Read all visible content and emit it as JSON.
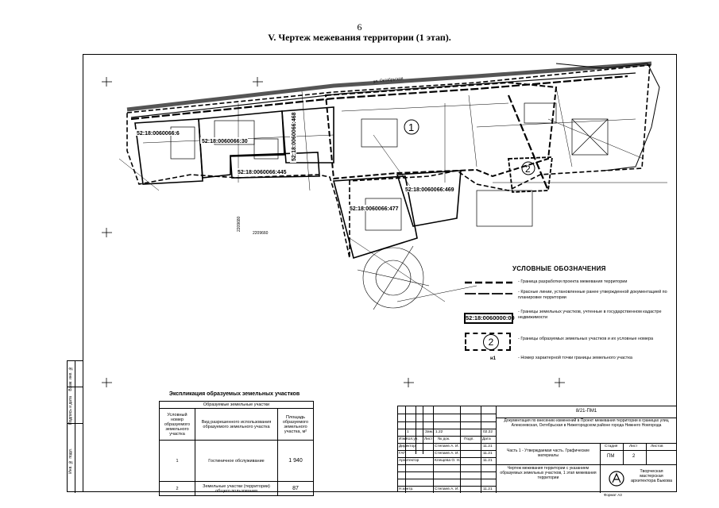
{
  "page": {
    "number": "6",
    "title": "V.  Чертеж межевания территории (1 этап)."
  },
  "drawing": {
    "street_label": "ул. Октябрьская",
    "parcel_numbers": [
      "52:18:0060066:6",
      "52:18:0060066:30",
      "52:18:0060066:445",
      "52:18:0060066:477",
      "52:18:0060066:469",
      "52:18:0060066:468"
    ],
    "formed_plots": [
      "1",
      "2"
    ],
    "coordinate_labels": [
      "2209680",
      "2209660"
    ]
  },
  "legend": {
    "title": "УСЛОВНЫЕ ОБОЗНАЧЕНИЯ",
    "items": [
      "- Граница разработки проекта межевания территории",
      "- Красные линии, установленные ранее утвержденной документацией по планировке территории",
      "- Границы земельных участков, учтенные в государственном кадастре недвижимости",
      "- Границы образуемых земельных участков и их условные номера",
      "- Номер характерной точки границы земельного участка"
    ],
    "parcel_sample": "52:18:0060000:00",
    "form_sample": "2",
    "point_sample": "н1"
  },
  "side_strip": [
    "Взам. инв. №",
    "Подпись и дата",
    "Инв. № подл."
  ],
  "explication": {
    "title": "Экспликация образуемых земельных участков",
    "group_header": "Образуемые земельные участки",
    "headers": [
      "Условный номер образуемого земельного участка",
      "Вид разрешенного использования образуемого земельного участка",
      "Площадь образуемого земельного участка, м²"
    ],
    "rows": [
      {
        "num": "1",
        "use": "Гостиничное обслуживание",
        "area": "1 940"
      },
      {
        "num": "2",
        "use": "Земельные участки (территории) общего пользования",
        "area": "87"
      }
    ]
  },
  "stamp": {
    "code": "8/21-ПМ1",
    "doc_title": "Документация по внесению изменений в Проект межевания территории в границах улиц Алексеевская, Октябрьская в Нижегородском районе города Нижнего Новгорода",
    "part_title": "Часть 1 - Утверждаемая часть. Графические материалы",
    "sheet_title": "Чертеж межевания территории с указанием образуемых земельных участков, 1 этап межевания территории",
    "stage_label": "Стадия",
    "sheet_label": "Лист",
    "sheets_label": "Листов",
    "stage": "ПМ",
    "sheet": "2",
    "org": "Творческая мастерская архитектора Быкова",
    "format": "Формат А3",
    "col_headers": [
      "Изм.",
      "Кол.уч.",
      "Лист",
      "№ док.",
      "Подп.",
      "Дата"
    ],
    "rev_row": [
      "1",
      "",
      "Зам.",
      "1.22",
      "",
      "02.22"
    ],
    "people": [
      {
        "role": "Директор",
        "name": "Степаев А. И.",
        "date": "11.21"
      },
      {
        "role": "ГАП",
        "name": "Степаев А. И.",
        "date": "11.21"
      },
      {
        "role": "Архитектор",
        "name": "Клещева О. Н.",
        "date": "11.21"
      },
      {
        "role": "Н.контр.",
        "name": "Степаев А. И.",
        "date": "11.21"
      }
    ]
  }
}
